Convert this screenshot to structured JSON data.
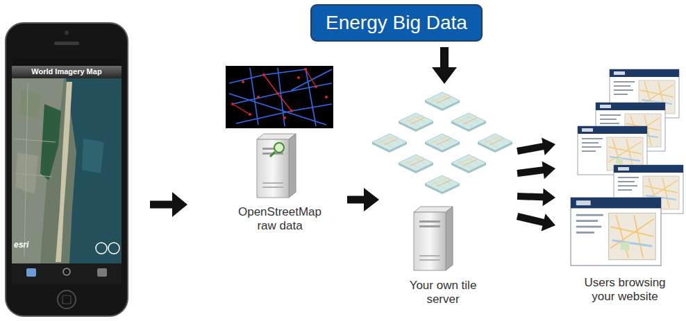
{
  "diagram": {
    "nodes": [
      {
        "text": [
          "Energy Big Data"
        ]
      },
      {
        "text": [
          "World Imagery Map",
          "esri"
        ]
      },
      {
        "text": [
          "OpenStreetMap raw data"
        ]
      },
      {
        "text": [
          "Your own tile server"
        ]
      },
      {
        "text": [
          "Users browsing your website"
        ]
      }
    ],
    "edges": [
      {
        "from": 0,
        "to": 3,
        "arrow": "to"
      },
      {
        "from": 1,
        "to": 2,
        "arrow": "to"
      },
      {
        "from": 2,
        "to": 3,
        "arrow": "to"
      },
      {
        "from": 3,
        "to": 4,
        "arrow": "to"
      },
      {
        "from": 3,
        "to": 4,
        "arrow": "to"
      },
      {
        "from": 3,
        "to": 4,
        "arrow": "to"
      },
      {
        "from": 3,
        "to": 4,
        "arrow": "to"
      }
    ]
  }
}
